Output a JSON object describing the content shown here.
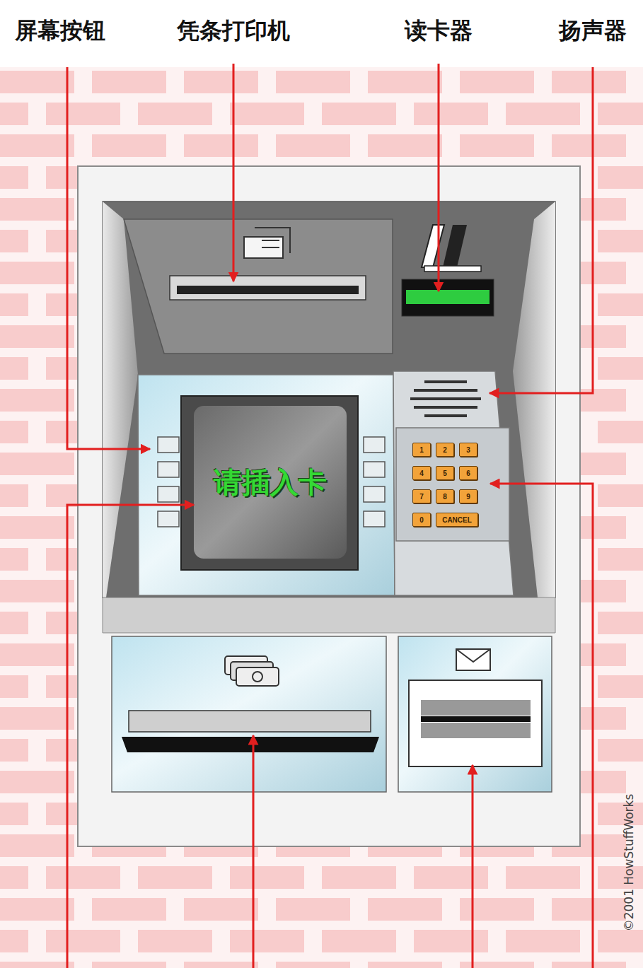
{
  "diagram": {
    "nodes": [
      {
        "text": [
          "请插入卡"
        ]
      },
      {
        "text": [
          "1"
        ]
      },
      {
        "text": [
          "2"
        ]
      },
      {
        "text": [
          "3"
        ]
      },
      {
        "text": [
          "4"
        ]
      },
      {
        "text": [
          "5"
        ]
      },
      {
        "text": [
          "6"
        ]
      },
      {
        "text": [
          "7"
        ]
      },
      {
        "text": [
          "8"
        ]
      },
      {
        "text": [
          "9"
        ]
      },
      {
        "text": [
          "0"
        ]
      },
      {
        "text": [
          "CANCEL"
        ]
      }
    ],
    "labels": [
      "屏幕按钮",
      "凭条打印机",
      "读卡器",
      "扬声器",
      "©2001 HowStuffWorks"
    ]
  }
}
